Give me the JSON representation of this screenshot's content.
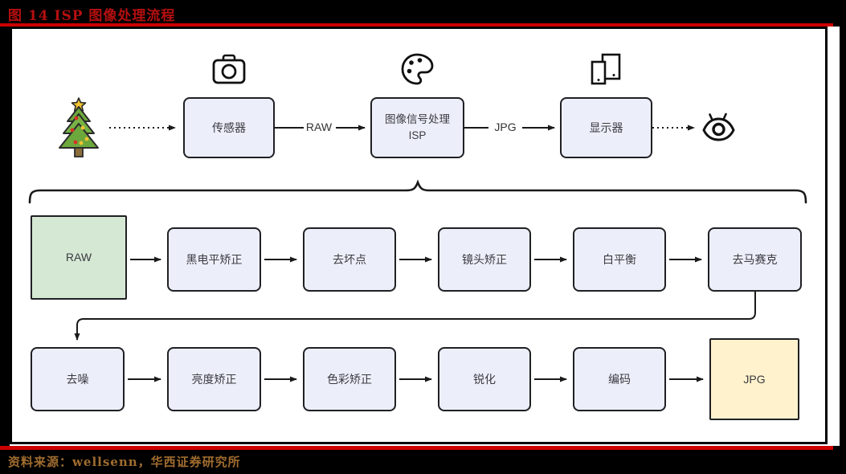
{
  "figure": {
    "title": "图 14 ISP 图像处理流程",
    "source": "资料来源：wellsenn，华西证券研究所"
  },
  "top_pipeline": {
    "input_icon": "christmas-tree",
    "nodes": [
      {
        "id": "sensor",
        "icon": "camera-icon",
        "label": "传感器"
      },
      {
        "id": "isp",
        "icon": "palette-icon",
        "label": "图像信号处理\nISP"
      },
      {
        "id": "display",
        "icon": "devices-icon",
        "label": "显示器"
      }
    ],
    "edge_labels": [
      "RAW",
      "JPG"
    ],
    "output_icon": "eye"
  },
  "isp_steps": {
    "row1": [
      "RAW",
      "黑电平矫正",
      "去坏点",
      "镜头矫正",
      "白平衡",
      "去马赛克"
    ],
    "row2": [
      "去噪",
      "亮度矫正",
      "色彩矫正",
      "锐化",
      "编码",
      "JPG"
    ]
  },
  "colors": {
    "accent_red": "#b40f0f",
    "rule_red": "#cc0000",
    "source_gold": "#a06c2f",
    "box_blue": "#eceffa",
    "box_green": "#d5e8d4",
    "box_yellow": "#fff2cc",
    "line_dark": "#1a1a1a"
  }
}
